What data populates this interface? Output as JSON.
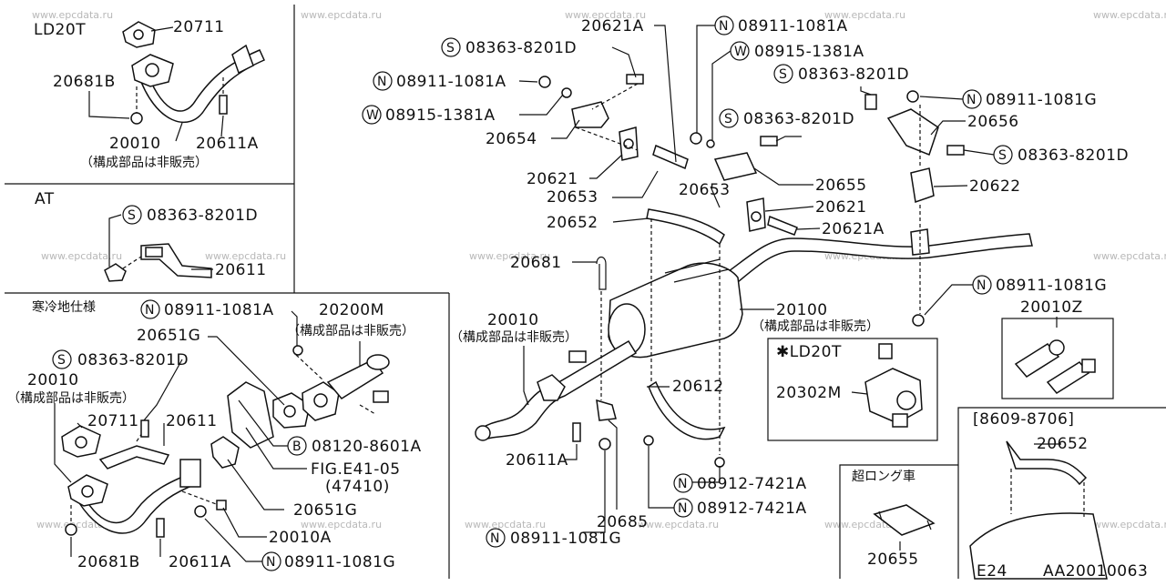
{
  "watermark": "www.epcdata.ru",
  "panels": {
    "ld20t": "LD20T",
    "at": "AT",
    "cold": "寒冷地仕様",
    "ld20t_star": "✱LD20T",
    "extra_long": "超ロング車",
    "date_range": "[8609-8706]"
  },
  "notes": {
    "not_sold": "（構成部品は非販売）",
    "fig_ref": "FIG.E41-05",
    "fig_num": "(47410)"
  },
  "footer": {
    "model": "E24",
    "diagram_code": "AA20010063"
  },
  "prefixes": {
    "N": "N",
    "S": "S",
    "W": "W",
    "B": "B"
  },
  "parts": {
    "p20711": "20711",
    "p20681B": "20681B",
    "p20010": "20010",
    "p20611A": "20611A",
    "p20611": "20611",
    "p08363_8201D": "08363-8201D",
    "p08911_1081A": "08911-1081A",
    "p08915_1381A": "08915-1381A",
    "p08911_1081G": "08911-1081G",
    "p20621A": "20621A",
    "p20654": "20654",
    "p20621": "20621",
    "p20653": "20653",
    "p20652": "20652",
    "p20681": "20681",
    "p20655": "20655",
    "p20656": "20656",
    "p20622": "20622",
    "p20100": "20100",
    "p20010Z": "20010Z",
    "p20200M": "20200M",
    "p20651G": "20651G",
    "p08120_8601A": "08120-8601A",
    "p20010A": "20010A",
    "p20612": "20612",
    "p08912_7421A": "08912-7421A",
    "p20685": "20685",
    "p20302M": "20302M"
  }
}
